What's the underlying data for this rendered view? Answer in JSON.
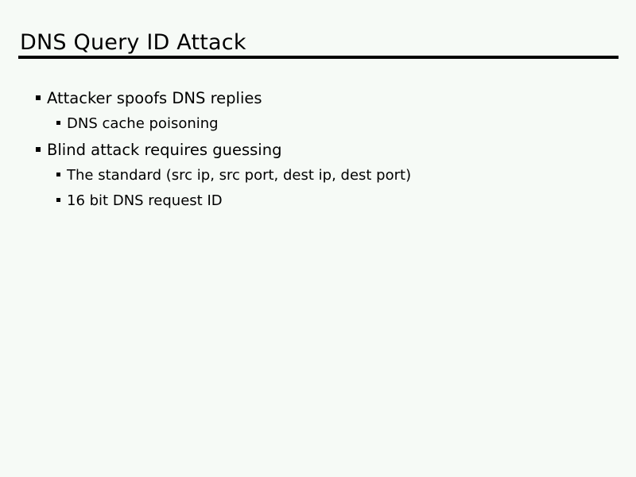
{
  "slide": {
    "title": "DNS Query ID Attack",
    "colors": {
      "background": "#f6faf6",
      "text": "#000000",
      "rule": "#000000"
    },
    "bullets": [
      {
        "level": 1,
        "text": "Attacker spoofs DNS replies",
        "marker": "square-bullet"
      },
      {
        "level": 2,
        "text": "DNS cache poisoning",
        "marker": "square-bullet"
      },
      {
        "level": 1,
        "text": "Blind attack requires guessing",
        "marker": "square-bullet"
      },
      {
        "level": 2,
        "text": "The standard (src ip, src port, dest ip, dest port)",
        "marker": "square-bullet"
      },
      {
        "level": 2,
        "text": "16 bit DNS request ID",
        "marker": "square-bullet"
      }
    ]
  }
}
